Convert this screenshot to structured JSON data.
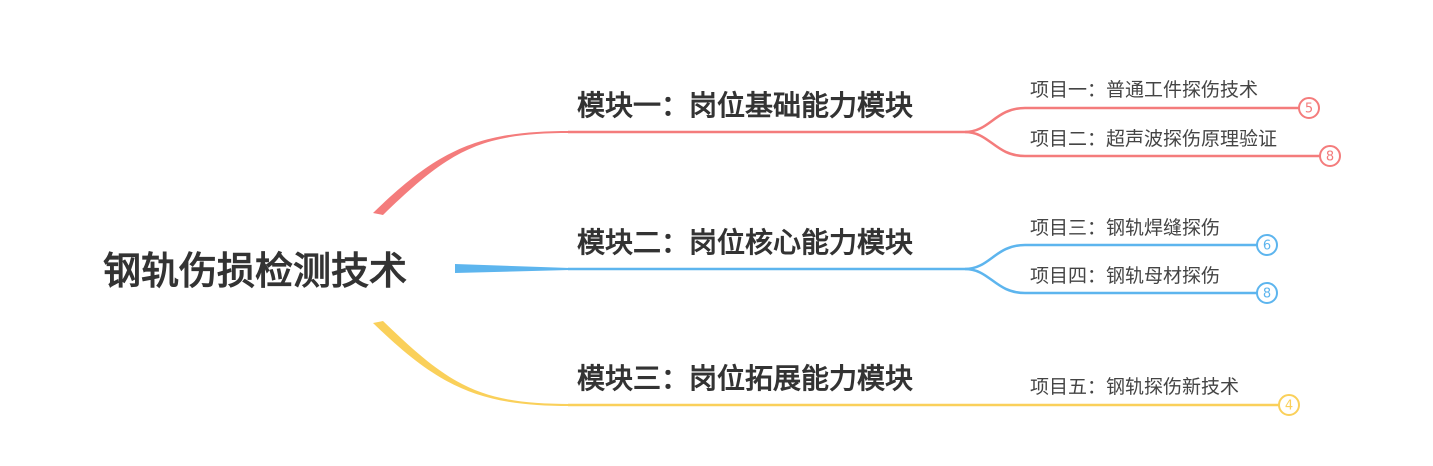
{
  "root": {
    "label": "钢轨伤损检测技术"
  },
  "branches": [
    {
      "label": "模块一：岗位基础能力模块",
      "color": "#F47C7C",
      "children": [
        {
          "label": "项目一：普通工件探伤技术",
          "count": "5"
        },
        {
          "label": "项目二：超声波探伤原理验证",
          "count": "8"
        }
      ]
    },
    {
      "label": "模块二：岗位核心能力模块",
      "color": "#5DB5EE",
      "children": [
        {
          "label": "项目三：钢轨焊缝探伤",
          "count": "6"
        },
        {
          "label": "项目四：钢轨母材探伤",
          "count": "8"
        }
      ]
    },
    {
      "label": "模块三：岗位拓展能力模块",
      "color": "#FAD05A",
      "children": [
        {
          "label": "项目五：钢轨探伤新技术",
          "count": "4"
        }
      ]
    }
  ]
}
